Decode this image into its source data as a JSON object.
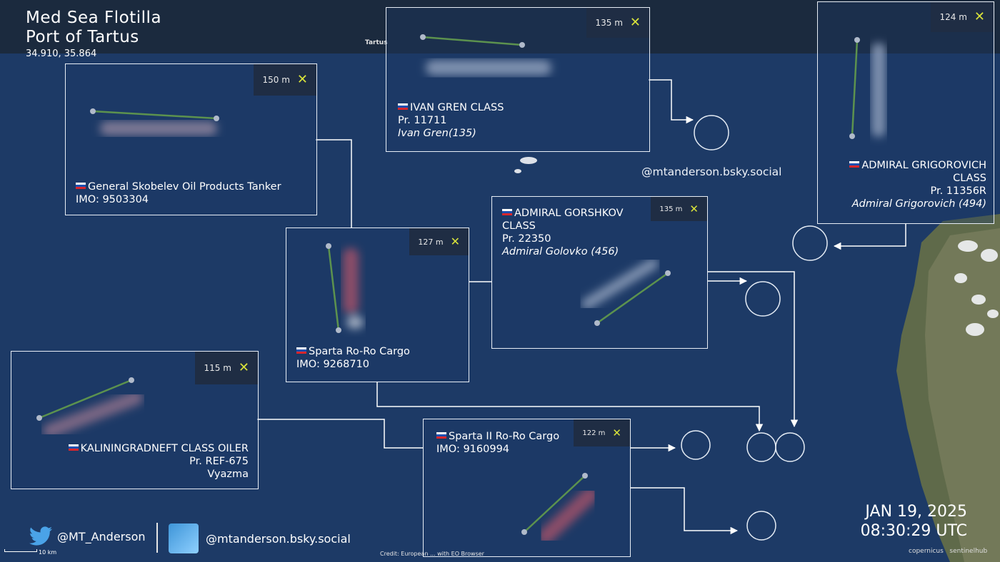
{
  "header": {
    "title_line1": "Med Sea Flotilla",
    "title_line2": "Port of Tartus",
    "coords": "34.910, 35.864",
    "place_label": "Tartus"
  },
  "vessels": [
    {
      "id": "skobelev",
      "length": "150 m",
      "line1": "General Skobelev Oil Products Tanker",
      "line2": "IMO: 9503304"
    },
    {
      "id": "ivan-gren",
      "length": "135 m",
      "line1": "IVAN GREN CLASS",
      "line2": "Pr. 11711",
      "line3": "Ivan Gren(135)"
    },
    {
      "id": "grigorovich",
      "length": "124 m",
      "line1": "ADMIRAL GRIGOROVICH",
      "line1b": "CLASS",
      "line2": "Pr. 11356R",
      "line3": "Admiral Grigorovich (494)"
    },
    {
      "id": "gorshkov",
      "length": "135 m",
      "line1": "ADMIRAL GORSHKOV",
      "line1b": "CLASS",
      "line2": "Pr. 22350",
      "line3": "Admiral Golovko (456)"
    },
    {
      "id": "sparta",
      "length": "127 m",
      "line1": "Sparta Ro-Ro Cargo",
      "line2": "IMO: 9268710"
    },
    {
      "id": "kaliningradneft",
      "length": "115 m",
      "line1": "KALININGRADNEFT CLASS OILER",
      "line2": "Pr. REF-675",
      "line3": "Vyazma"
    },
    {
      "id": "sparta-ii",
      "length": "122 m",
      "line1": "Sparta II Ro-Ro Cargo",
      "line2": "IMO: 9160994"
    }
  ],
  "social": {
    "handle_overlay": "@mtanderson.bsky.social",
    "twitter": "@MT_Anderson",
    "bluesky": "@mtanderson.bsky.social"
  },
  "timestamp": {
    "date": "JAN 19, 2025",
    "time": "08:30:29 UTC"
  },
  "scale_label": "10 km",
  "credit": "Credit: European ... with EO Browser",
  "logos": [
    "copernicus",
    "sentinelhub"
  ],
  "colors": {
    "sea": "#1d3a66",
    "measure_line": "#7fc241",
    "close_x": "#d9e33a",
    "badge_bg": "#1f2d44"
  }
}
